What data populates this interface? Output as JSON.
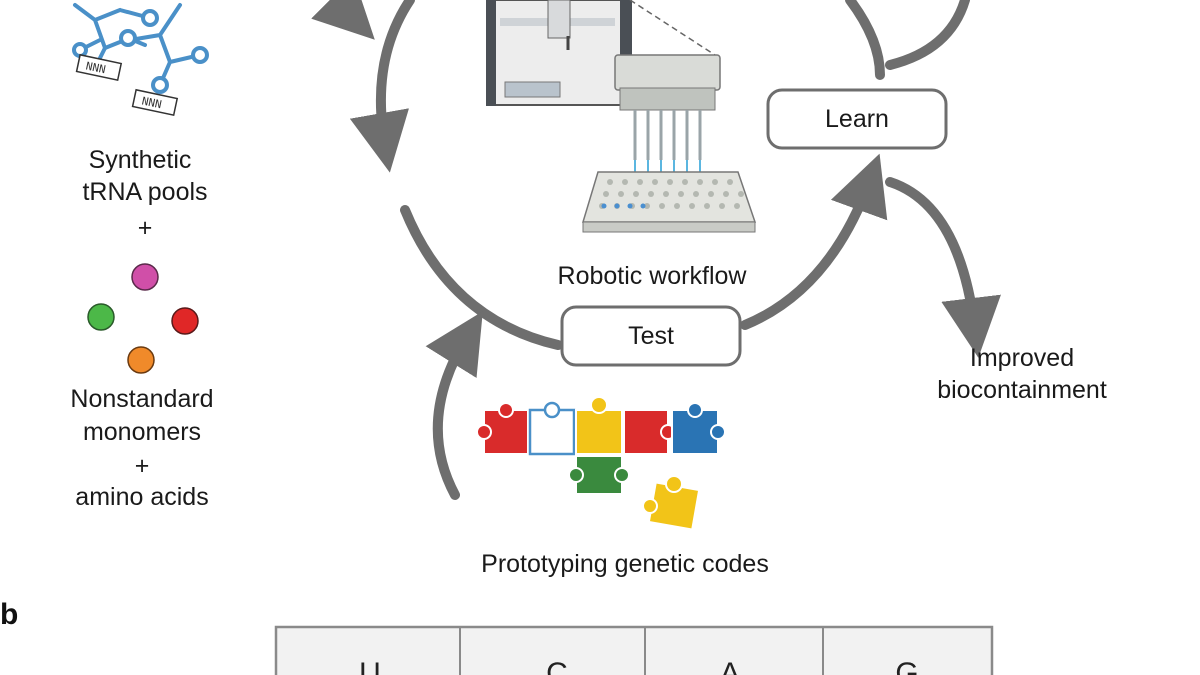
{
  "labels": {
    "synthetic_line1": "Synthetic",
    "synthetic_line2": "tRNA pools",
    "plus": "+",
    "nonstandard_line1": "Nonstandard",
    "nonstandard_line2": "monomers",
    "amino_acids": "amino acids",
    "learn": "Learn",
    "test": "Test",
    "robotic_workflow": "Robotic workflow",
    "improved_line1": "Improved",
    "improved_line2": "biocontainment",
    "prototyping": "Prototyping genetic codes",
    "panel_b": "b",
    "anticodon": "NNN"
  },
  "codon_table": {
    "headers": [
      "U",
      "C",
      "A",
      "G"
    ]
  },
  "colors": {
    "arrow": "#6e6e6e",
    "trna": "#4a90c8",
    "monomer_magenta": "#d04fa8",
    "monomer_green": "#4cb848",
    "monomer_red": "#e02727",
    "monomer_orange": "#f08a2a",
    "puzzle_red": "#d92b2b",
    "puzzle_yellow": "#f2c418",
    "puzzle_green": "#3a8a3e",
    "puzzle_blue": "#2a74b4",
    "table_header": "#f2f2f2"
  }
}
